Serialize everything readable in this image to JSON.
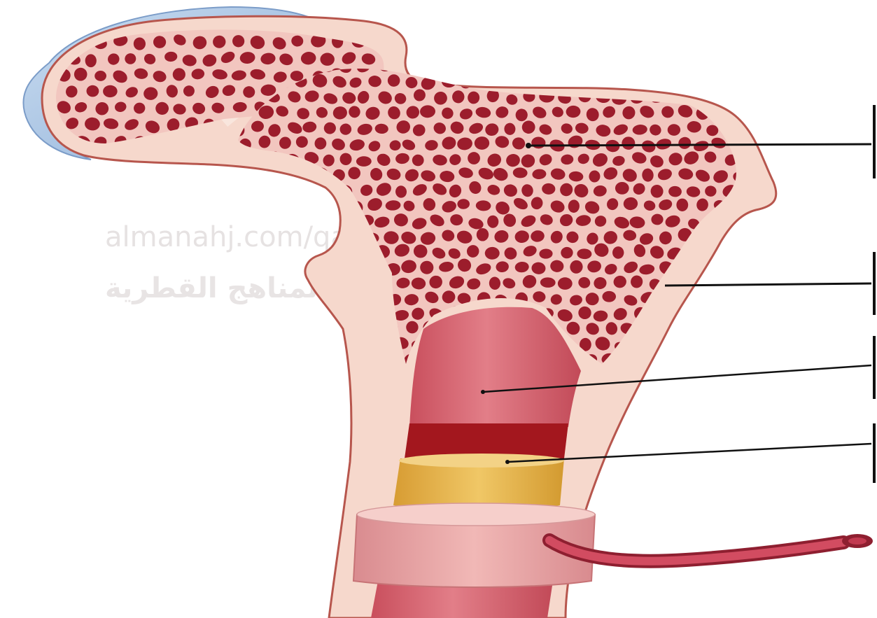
{
  "watermark": {
    "line1": "almanahj.com/qa",
    "line2": "المناهج القطرية"
  },
  "colors": {
    "background": "#ffffff",
    "compact_bone": "#f6d8cc",
    "spongy_matrix": "#f2c6bf",
    "trabecula_dot": "#9c1d2c",
    "cartilage": "#a9c4e3",
    "medullary_cavity": "#d9636f",
    "red_band": "#a3171e",
    "yellow_marrow": "#e2b24a",
    "periosteum": "#e9a6a5",
    "blood_vessel": "#b8324a",
    "leader_line": "#111111"
  },
  "diagram": {
    "subject": "long bone longitudinal section",
    "leaders": [
      {
        "name": "leader-spongy-bone",
        "target": "spongy-bone"
      },
      {
        "name": "leader-compact-bone",
        "target": "compact-bone"
      },
      {
        "name": "leader-medullary-cavity",
        "target": "medullary-cavity"
      },
      {
        "name": "leader-yellow-marrow",
        "target": "yellow-marrow"
      }
    ]
  }
}
